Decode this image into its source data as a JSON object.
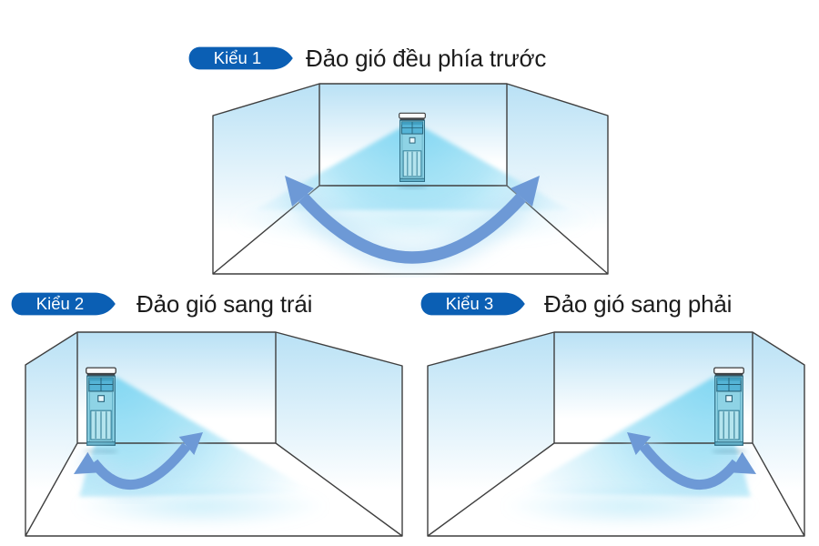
{
  "colors": {
    "page_bg": "#ffffff",
    "badge_blue": "#0b5fb4",
    "badge_text": "#ffffff",
    "label_color": "#1c1c1c",
    "line_color": "#3f3f3f",
    "wall_blue": "#b9e1f5",
    "cone_blue": "#7fd6f2",
    "cone_mid": "#9fe0f6",
    "arrow_blue": "#6d99d6",
    "arrow_glow": "#bfe4f7",
    "unit_body": "#8ed3e5",
    "unit_louver": "#55b4d6",
    "unit_outline": "#2f6e86",
    "unit_grille": "#b4e4ee",
    "unit_base": "#66b4cc"
  },
  "icons": {
    "badge_shape": "rounded-pill-with-right-point",
    "room": "one-point-perspective-room",
    "unit": "floor-standing-air-conditioner",
    "cone": "airflow-cone",
    "arrow": "double-headed-swing-arc"
  },
  "panels": [
    {
      "badge": "Kiểu 1",
      "label": "Đảo gió đều phía trước",
      "swing": "front-even"
    },
    {
      "badge": "Kiểu 2",
      "label": "Đảo gió sang trái",
      "swing": "left"
    },
    {
      "badge": "Kiểu 3",
      "label": "Đảo gió sang phải",
      "swing": "right"
    }
  ]
}
